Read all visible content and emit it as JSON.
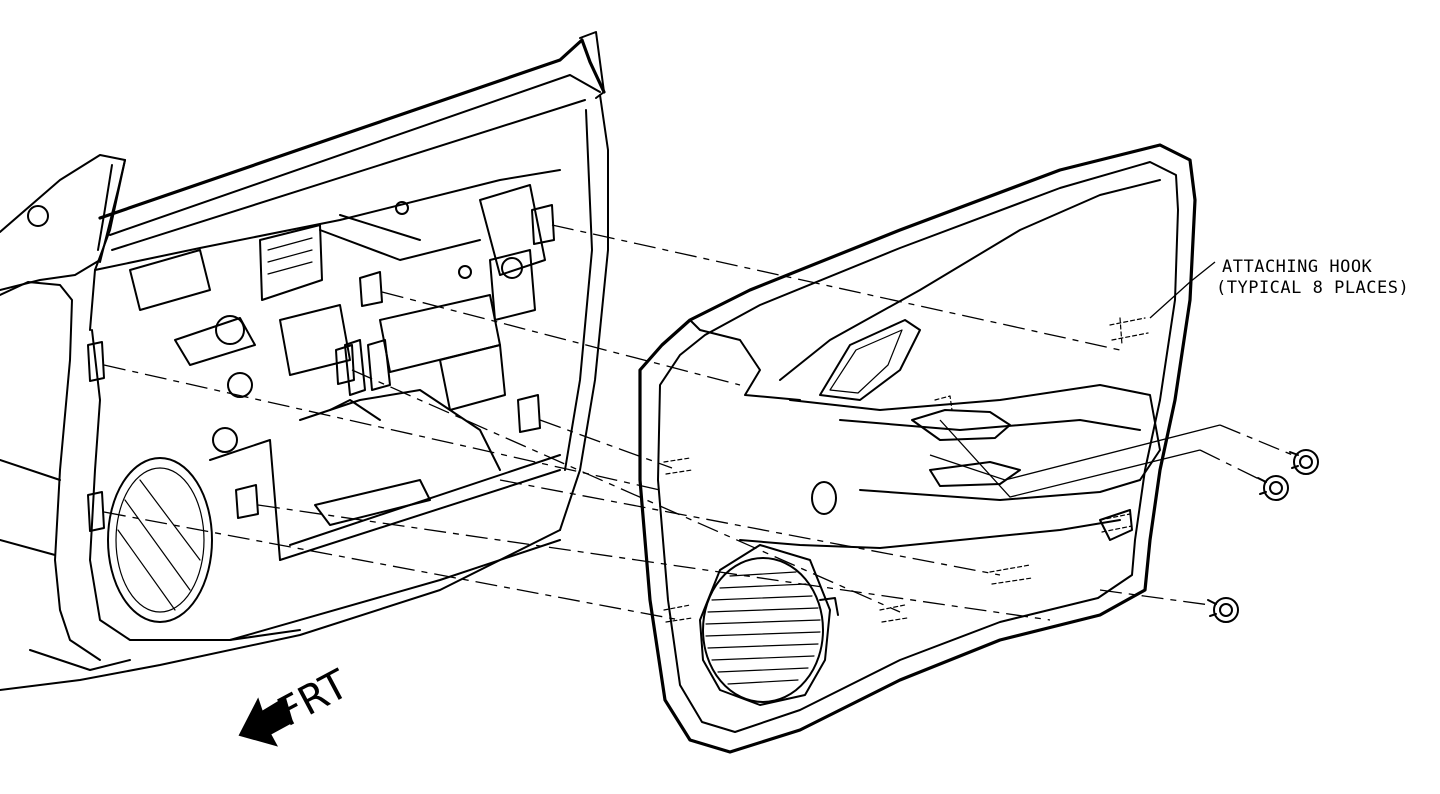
{
  "callout": {
    "line1": "ATTACHING HOOK",
    "line2": "(TYPICAL 8 PLACES)"
  },
  "direction_label": "FRT",
  "icons": {
    "direction_arrow": "filled-arrow-left-down",
    "fastener": "push-pin-retainer"
  }
}
